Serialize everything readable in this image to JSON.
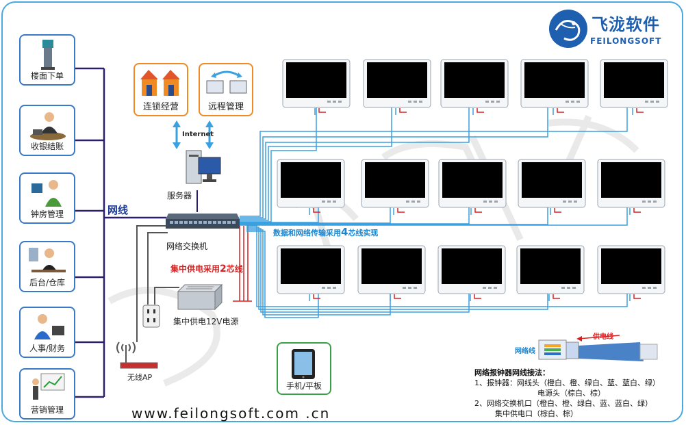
{
  "brand": {
    "name_cn": "飞泷软件",
    "name_en": "FEILONGSOFT",
    "color": "#1f5fb0"
  },
  "website": "www.feilongsoft.com .cn",
  "nodes": {
    "floor_order": "楼面下单",
    "cashier": "收银结账",
    "room_bell": "钟房管理",
    "backoffice": "后台/仓库",
    "hr_finance": "人事/财务",
    "marketing": "营销管理",
    "chain": "连锁经营",
    "remote": "远程管理",
    "internet": "Internet",
    "server": "服务器",
    "switch": "网络交换机",
    "power_supply": "集中供电12V电源",
    "wireless_ap": "无线AP",
    "mobile": "手机/平板"
  },
  "notes": {
    "network_line": "网线",
    "data_prefix": "数据和网络传输采用",
    "data_big": "4",
    "data_suffix": "芯线实现",
    "power_prefix": "集中供电采用",
    "power_big": "2",
    "power_suffix": "芯线"
  },
  "cable_diagram": {
    "power_label": "供电线",
    "network_label": "网络线"
  },
  "legend": {
    "title": "网络报钟器网线接法：",
    "line1": "1、报钟器：网线头（橙白、橙、绿白、蓝、蓝白、绿）",
    "line2": "电源头（棕白、棕）",
    "line3": "2、网络交换机口（橙白、橙、绿白、蓝、蓝白、绿）",
    "line4": "集中供电口（棕白、棕）"
  },
  "colors": {
    "frame": "#4aa8e0",
    "left_bus": "#2a1f6a",
    "data_line": "#3aa0e0",
    "power_line": "#d92020",
    "orange_box": "#f08a24",
    "left_box": "#3a78c8"
  }
}
